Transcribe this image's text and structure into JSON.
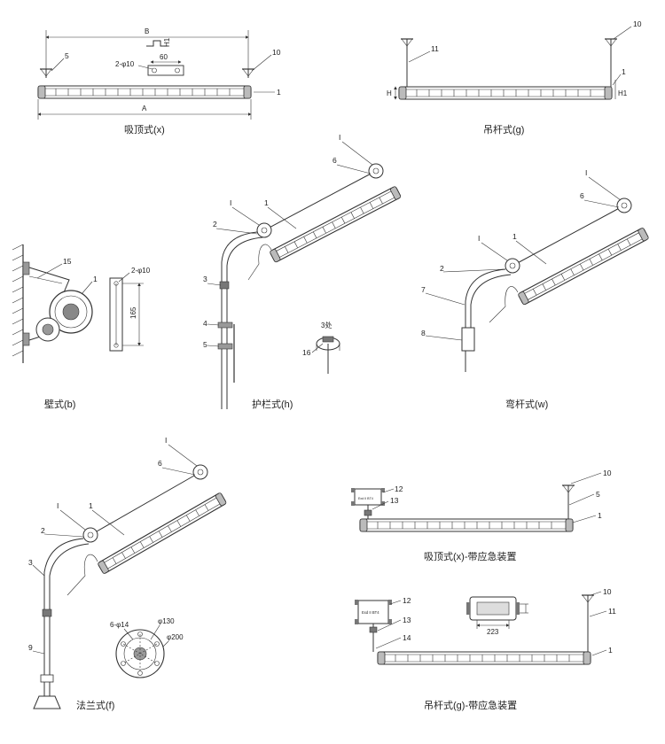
{
  "captions": {
    "ceiling": "吸顶式(x)",
    "pendant": "吊杆式(g)",
    "wall": "壁式(b)",
    "guardrail": "护栏式(h)",
    "bent": "弯杆式(w)",
    "flange": "法兰式(f)",
    "ceiling_emergency": "吸顶式(x)-带应急装置",
    "pendant_emergency": "吊杆式(g)-带应急装置"
  },
  "dims": {
    "A": "A",
    "B": "B",
    "H": "H",
    "H1": "H1",
    "d60": "60",
    "hole_2_10_a": "2-φ10",
    "hole_2_10_b": "2-φ10",
    "d165": "165",
    "hole_6_14": "6-φ14",
    "d130": "φ130",
    "d200": "φ200",
    "d223": "223",
    "spots": "3处"
  },
  "part_numbers": {
    "n1": "1",
    "n2": "2",
    "n3": "3",
    "n4": "4",
    "n5": "5",
    "n6": "6",
    "n7": "7",
    "n8": "8",
    "n9": "9",
    "n10": "10",
    "n11": "11",
    "n12": "12",
    "n13": "13",
    "n14": "14",
    "n15": "15",
    "n16": "16",
    "detail": "I"
  },
  "box_label": "Exd II BT4"
}
